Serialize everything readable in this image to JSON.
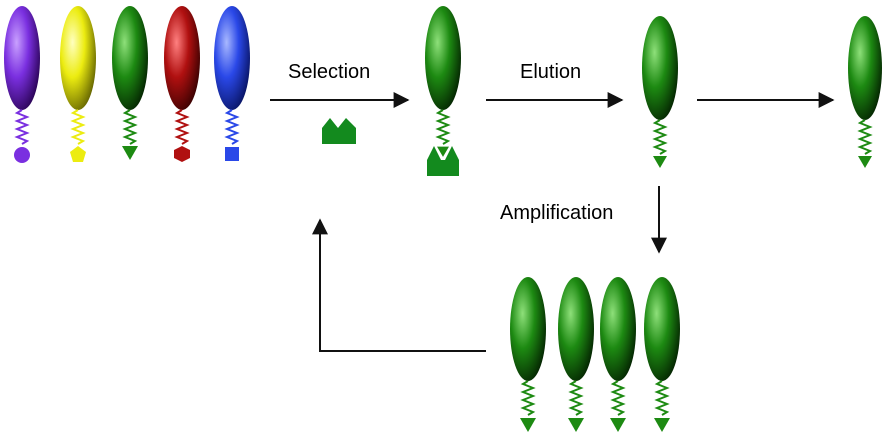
{
  "labels": {
    "selection": "Selection",
    "elution": "Elution",
    "amplification": "Amplification"
  },
  "library": [
    {
      "color": "purple",
      "tip": "circle"
    },
    {
      "color": "yellow",
      "tip": "pentagon"
    },
    {
      "color": "green",
      "tip": "arrowhead"
    },
    {
      "color": "red",
      "tip": "hexagon"
    },
    {
      "color": "blue",
      "tip": "square"
    }
  ],
  "amplified_count": 4,
  "colors": {
    "purple": "#7a2fe0",
    "yellow": "#ecec10",
    "green": "#1d8a12",
    "red": "#b01010",
    "blue": "#2a48e8",
    "target": "#138a1e",
    "arrow": "#111111"
  }
}
